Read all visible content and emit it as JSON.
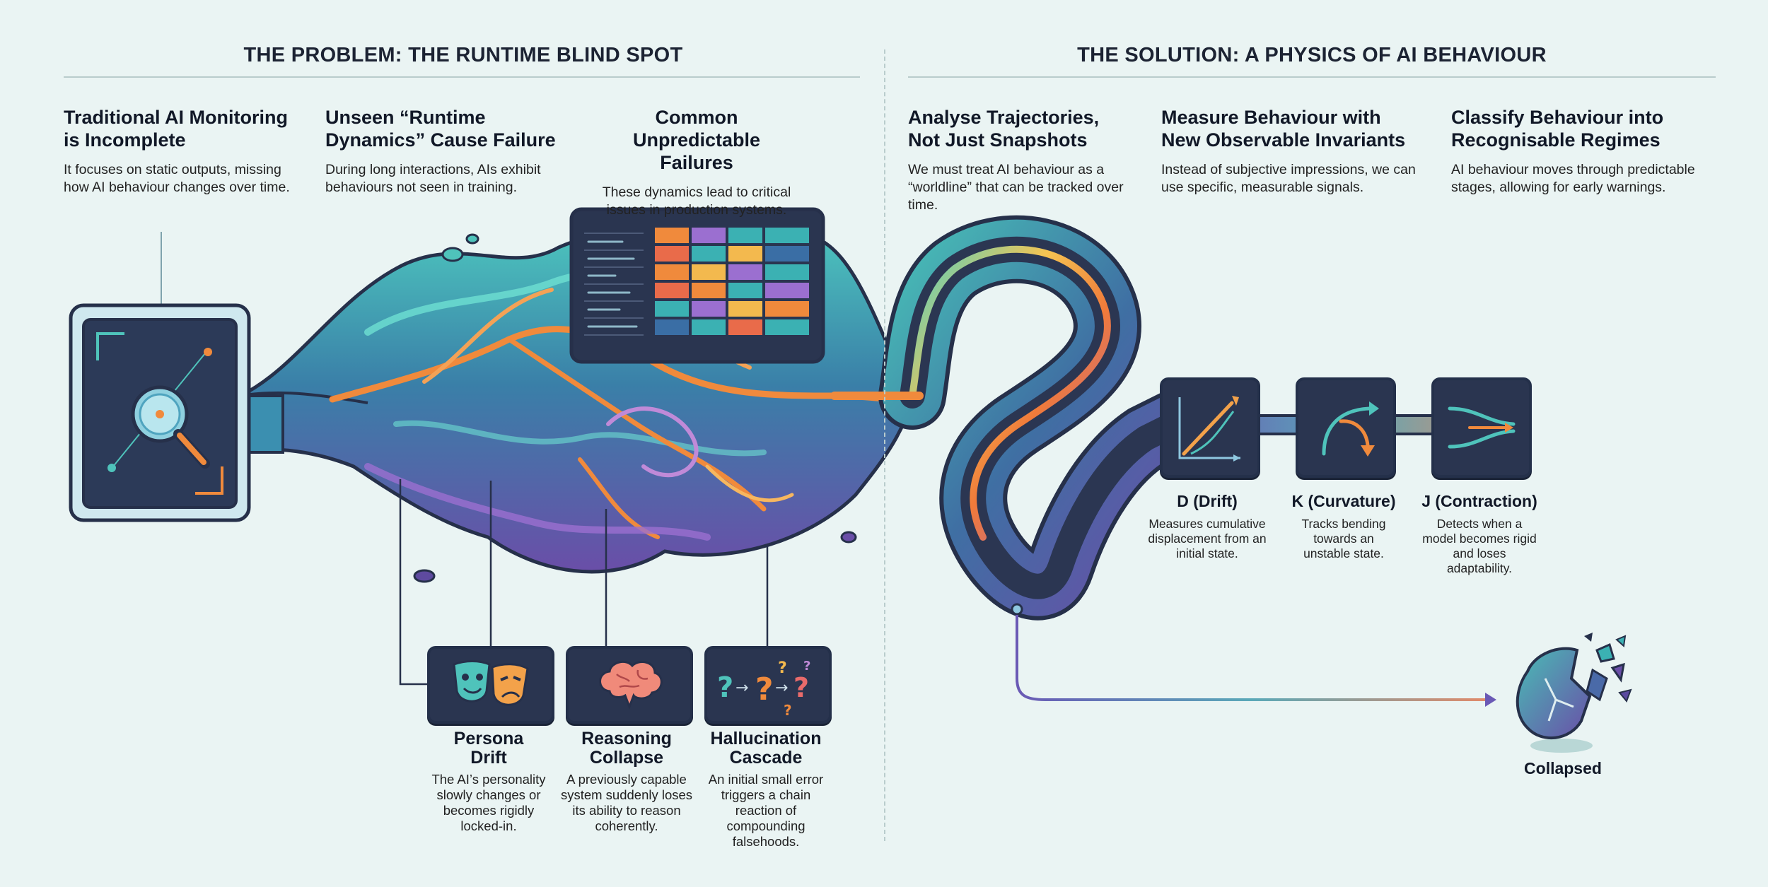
{
  "problem": {
    "heading": "THE PROBLEM: THE RUNTIME BLIND SPOT",
    "columns": [
      {
        "title": "Traditional AI Monitoring is Incomplete",
        "desc": "It focuses on static outputs, missing how AI behaviour changes over time."
      },
      {
        "title": "Unseen “Runtime Dynamics” Cause Failure",
        "desc": "During long interactions, AIs exhibit behaviours not seen in training."
      },
      {
        "title": "Common Unpredictable Failures",
        "desc": "These dynamics lead to critical issues in production systems."
      }
    ],
    "failures": [
      {
        "title": "Persona Drift",
        "desc": "The AI’s personality slowly changes or becomes rigidly locked-in.",
        "icon": "theater-masks-icon"
      },
      {
        "title": "Reasoning Collapse",
        "desc": "A previously capable system suddenly loses its ability to reason coherently.",
        "icon": "brain-icon"
      },
      {
        "title": "Hallucination Cascade",
        "desc": "An initial small error triggers a chain reaction of compounding falsehoods.",
        "icon": "question-chain-icon"
      }
    ]
  },
  "solution": {
    "heading": "THE SOLUTION: A PHYSICS OF AI BEHAVIOUR",
    "columns": [
      {
        "title": "Analyse Trajectories, Not Just Snapshots",
        "desc": "We must treat AI behaviour as a “worldline” that can be tracked over time."
      },
      {
        "title": "Measure Behaviour with New Observable Invariants",
        "desc": "Instead of subjective impressions, we can use specific, measurable signals."
      },
      {
        "title": "Classify Behaviour into Recognisable Regimes",
        "desc": "AI behaviour moves through predictable stages, allowing for early warnings."
      }
    ],
    "invariants": [
      {
        "title": "D (Drift)",
        "desc": "Measures cumulative displacement from an initial state.",
        "icon": "drift-arrow-icon"
      },
      {
        "title": "K (Curvature)",
        "desc": "Tracks bending towards an unstable state.",
        "icon": "curve-arrow-icon"
      },
      {
        "title": "J (Contraction)",
        "desc": "Detects when a model becomes rigid and loses adaptability.",
        "icon": "contraction-icon"
      }
    ],
    "end_state": {
      "label": "Collapsed",
      "icon": "shattered-sphere-icon"
    }
  },
  "colors": {
    "background": "#eaf4f3",
    "teal": "#3db7b8",
    "orange": "#f08a3c",
    "purple": "#7a5bb5",
    "navy": "#2a3550"
  }
}
